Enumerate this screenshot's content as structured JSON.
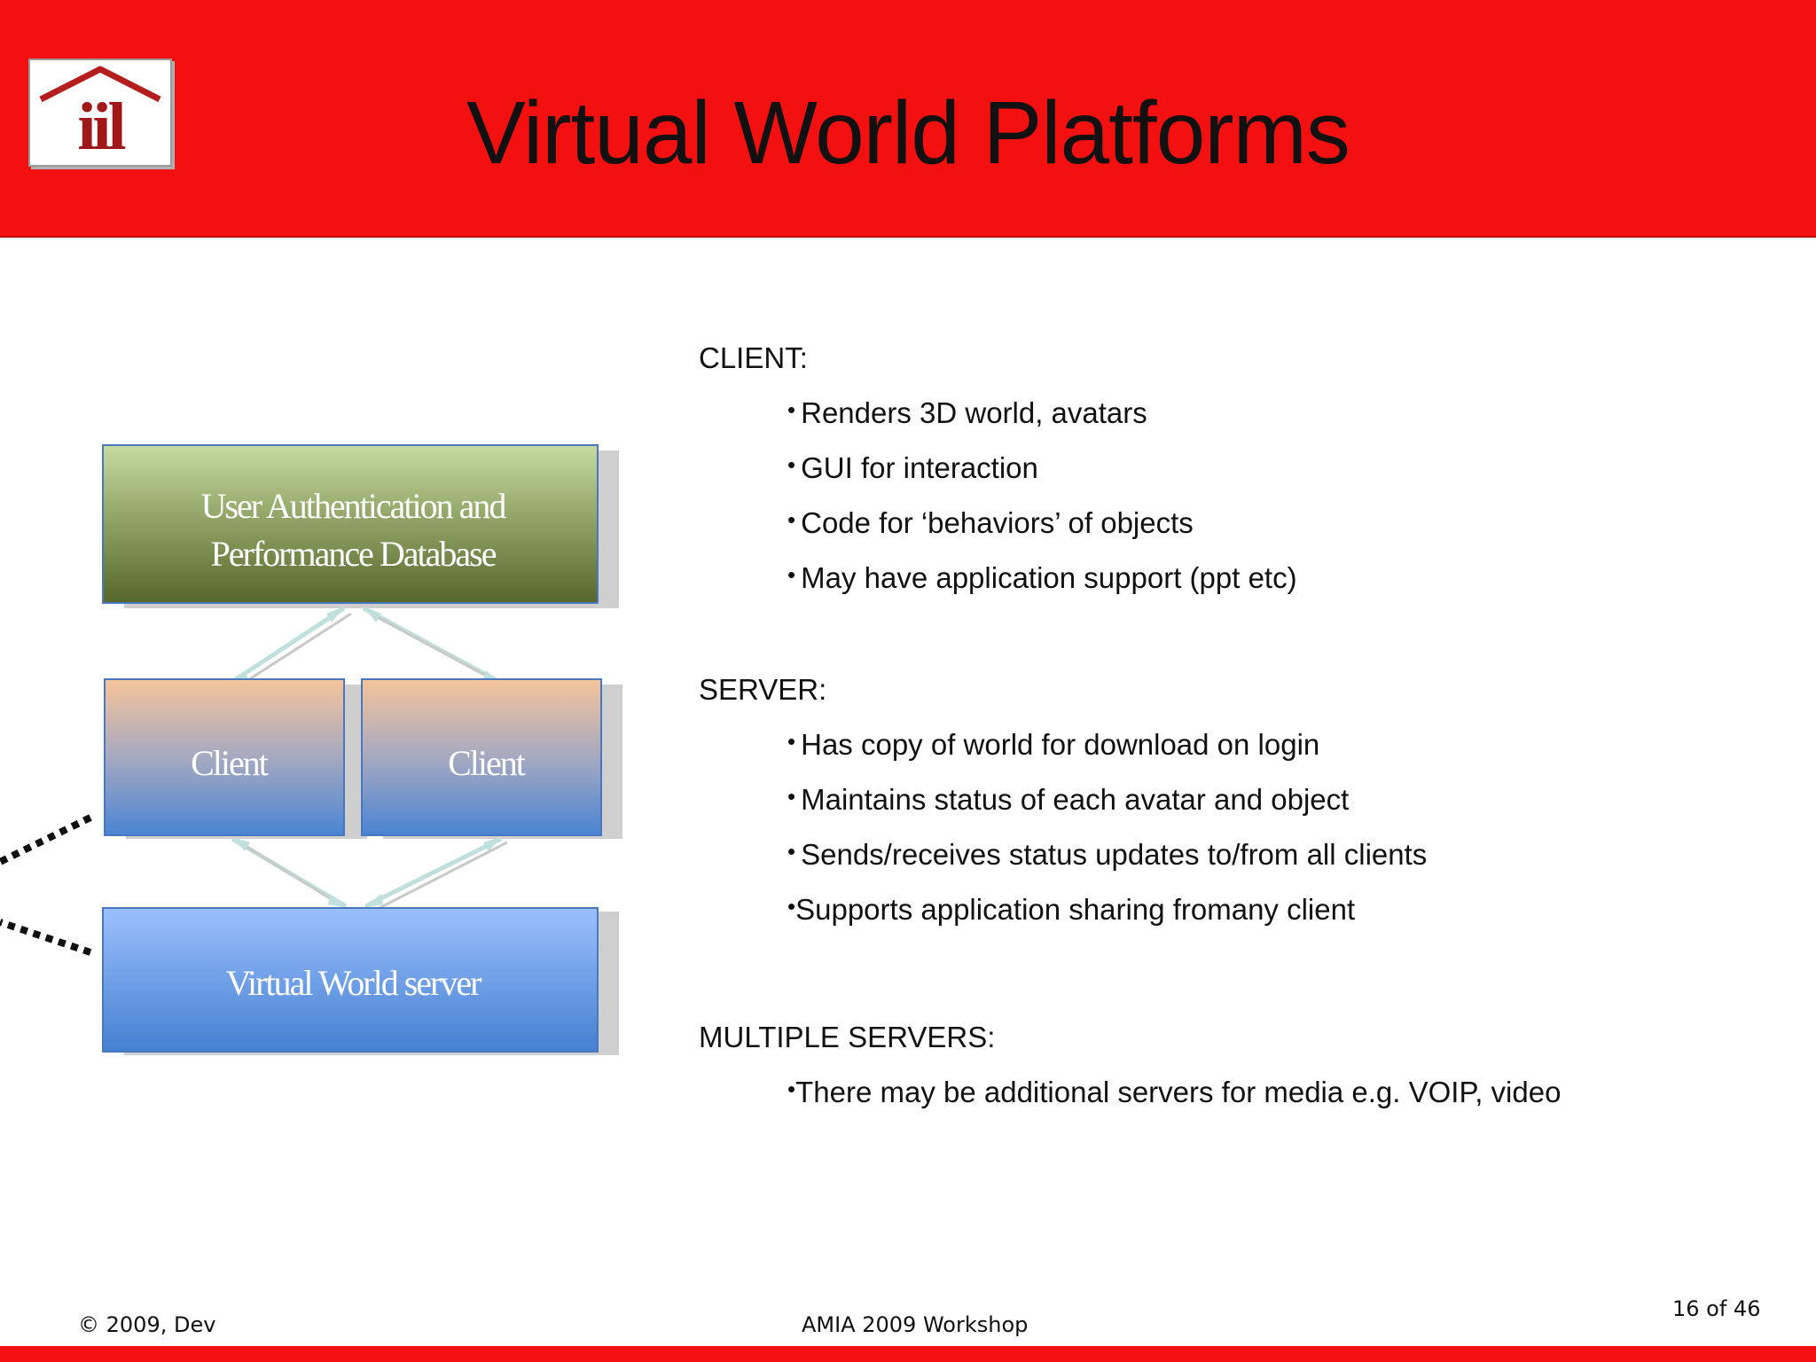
{
  "slide": {
    "title": "Virtual World Platforms",
    "logo_text": "iil"
  },
  "diagram": {
    "auth_box": {
      "line1": "User Authentication and",
      "line2": "Performance Database"
    },
    "client_left": "Client",
    "client_right": "Client",
    "server_box": "Virtual World server"
  },
  "client_section": {
    "heading": "CLIENT:",
    "bullets": [
      "Renders 3D world, avatars",
      "GUI for interaction",
      "Code for ‘behaviors’ of objects",
      "May have application support (ppt etc)"
    ]
  },
  "server_section": {
    "heading": "SERVER:",
    "bullets": [
      "Has copy of world for download on login",
      "Maintains status of each avatar and object",
      "Sends/receives status updates to/from all clients",
      "Supports application sharing fromany client"
    ]
  },
  "multi_section": {
    "heading": "MULTIPLE SERVERS:",
    "bullets": [
      "There may be additional servers for media e.g. VOIP, video"
    ]
  },
  "footer": {
    "copyright": "© 2009, Dev",
    "event": "AMIA 2009 Workshop",
    "page": "16 of 46"
  },
  "colors": {
    "header_red": "#f21010",
    "auth_green_top": "#c2d89c",
    "auth_green_bottom": "#5b6b2c",
    "client_top": "#f6c49a",
    "client_bottom": "#4f86d4",
    "server_top": "#98bdfc",
    "server_bottom": "#4681d2"
  }
}
